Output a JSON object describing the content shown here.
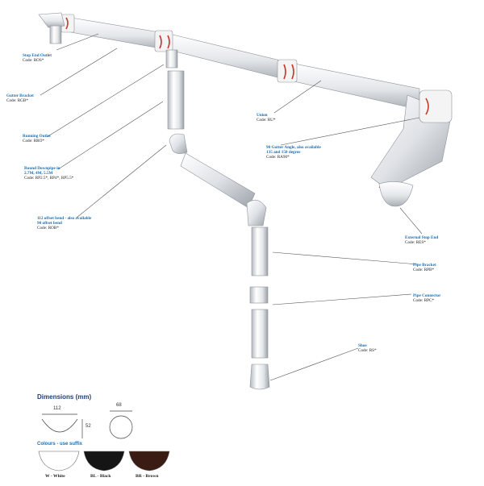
{
  "parts": [
    {
      "id": "stop-end-outlet",
      "name": "Stop End Outlet",
      "code": "Code: ROS*"
    },
    {
      "id": "gutter-bracket",
      "name": "Gutter Bracket",
      "code": "Code: RGB*"
    },
    {
      "id": "running-outlet",
      "name": "Running Outlet",
      "code": "Code: RRO*"
    },
    {
      "id": "round-downpipe",
      "name": "Round Downpipe in",
      "name2": "2.7M, 4M, 5.5M",
      "code": "Code: RP2.5*, RP4*, RP5.5*"
    },
    {
      "id": "offset-bend",
      "name": "112 offset bend - also available",
      "name2": "90 offset bend",
      "code": "Code: ROB*"
    },
    {
      "id": "union",
      "name": "Union",
      "code": "Code: RU*"
    },
    {
      "id": "gutter-angle",
      "name": "90 Gutter Angle, also available",
      "name2": "135 and 150 degree",
      "code": "Code: RA90*"
    },
    {
      "id": "external-stop-end",
      "name": "External Stop End",
      "code": "Code: RES*"
    },
    {
      "id": "pipe-bracket",
      "name": "Pipe Bracket",
      "code": "Code: RPB*"
    },
    {
      "id": "pipe-connector",
      "name": "Pipe Connector",
      "code": "Code: RPC*"
    },
    {
      "id": "shoe",
      "name": "Shoe",
      "code": "Code: RS*"
    }
  ],
  "dimensions": {
    "title": "Dimensions (mm)",
    "gutter_width": "112",
    "gutter_depth": "52",
    "pipe_diameter": "68"
  },
  "colours": {
    "title": "Colours - use suffix",
    "items": [
      {
        "label": "W - White",
        "hex": "#ffffff"
      },
      {
        "label": "BL - Black",
        "hex": "#151515"
      },
      {
        "label": "BR - Brown",
        "hex": "#3a1c14"
      }
    ]
  }
}
